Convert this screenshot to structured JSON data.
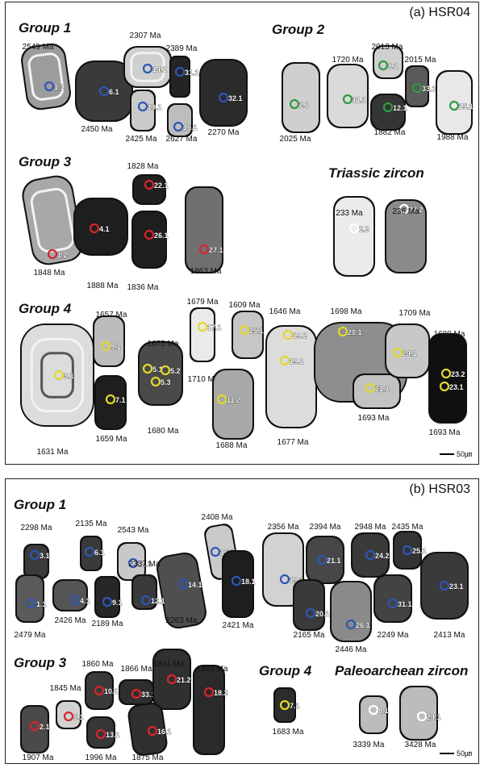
{
  "panels": [
    {
      "title": "(a) HSR04",
      "scale": "50㎛",
      "groups": [
        {
          "label": "Group 1",
          "ring": "#2f56b5"
        },
        {
          "label": "Group 2",
          "ring": "#2e9a45"
        },
        {
          "label": "Group 3",
          "ring": "#d7262c"
        },
        {
          "label": "Triassic zircon",
          "ring": "#ffffff"
        },
        {
          "label": "Group 4",
          "ring": "#e1d82d"
        }
      ],
      "grains": [
        {
          "spots": [
            "1.1"
          ],
          "age": "2549 Ma",
          "g": 0
        },
        {
          "spots": [
            "6.1"
          ],
          "age": "2450 Ma",
          "g": 0
        },
        {
          "spots": [
            "14.1"
          ],
          "age": "2307 Ma",
          "g": 0
        },
        {
          "spots": [
            "10.1"
          ],
          "age": "2425 Ma",
          "g": 0
        },
        {
          "spots": [
            "31.1"
          ],
          "age": "2389 Ma",
          "g": 0
        },
        {
          "spots": [
            "16.1"
          ],
          "age": "2627 Ma",
          "g": 0
        },
        {
          "spots": [
            "32.1"
          ],
          "age": "2270 Ma",
          "g": 0
        },
        {
          "spots": [
            "2.1"
          ],
          "age": "2025 Ma",
          "g": 1
        },
        {
          "spots": [
            "11.1"
          ],
          "age": "1720 Ma",
          "g": 1
        },
        {
          "spots": [
            "8.1"
          ],
          "age": "2013 Ma",
          "g": 1
        },
        {
          "spots": [
            "12.1"
          ],
          "age": "1882 Ma",
          "g": 1
        },
        {
          "spots": [
            "33.1"
          ],
          "age": "2015 Ma",
          "g": 1
        },
        {
          "spots": [
            "15.1"
          ],
          "age": "1988 Ma",
          "g": 1
        },
        {
          "spots": [
            "1.2"
          ],
          "age": "1848 Ma",
          "g": 2
        },
        {
          "spots": [
            "4.1"
          ],
          "age": "1888 Ma",
          "g": 2
        },
        {
          "spots": [
            "22.1"
          ],
          "age": "1828 Ma",
          "g": 2
        },
        {
          "spots": [
            "26.1"
          ],
          "age": "1836 Ma",
          "g": 2
        },
        {
          "spots": [
            "27.1"
          ],
          "age": "1863 Ma",
          "g": 2
        },
        {
          "spots": [
            "2.2"
          ],
          "age": "233 Ma",
          "g": 3
        },
        {
          "spots": [
            "27.2"
          ],
          "age": "236 Ma",
          "g": 3
        },
        {
          "spots": [
            "3.1"
          ],
          "age": "1631 Ma",
          "g": 4
        },
        {
          "spots": [
            "9.1"
          ],
          "age": "1657 Ma",
          "g": 4
        },
        {
          "spots": [
            "7.1"
          ],
          "age": "1659 Ma",
          "g": 4
        },
        {
          "spots": [
            "5.1",
            "5.2",
            "5.3"
          ],
          "age": "1675 Ma",
          "ages": [
            "1710 Ma",
            "1680 Ma"
          ],
          "g": 4
        },
        {
          "spots": [
            "17.1"
          ],
          "age": "1679 Ma",
          "g": 4
        },
        {
          "spots": [
            "25.1"
          ],
          "age": "1609 Ma",
          "g": 4
        },
        {
          "spots": [
            "11.2"
          ],
          "age": "1688 Ma",
          "g": 4
        },
        {
          "spots": [
            "19.2",
            "19.1"
          ],
          "age": "1646 Ma",
          "ages": [
            "1677 Ma"
          ],
          "g": 4
        },
        {
          "spots": [
            "20.1"
          ],
          "age": "1698 Ma",
          "g": 4
        },
        {
          "spots": [
            "21.1"
          ],
          "age": "1693 Ma",
          "g": 4
        },
        {
          "spots": [
            "24.1"
          ],
          "age": "1709 Ma",
          "g": 4
        },
        {
          "spots": [
            "23.2",
            "23.1"
          ],
          "age": "1680 Ma",
          "ages": [
            "1693 Ma"
          ],
          "g": 4
        }
      ]
    },
    {
      "title": "(b) HSR03",
      "scale": "50㎛",
      "groups": [
        {
          "label": "Group 1",
          "ring": "#2f56b5"
        },
        {
          "label": "Group 3",
          "ring": "#d7262c"
        },
        {
          "label": "Group 4",
          "ring": "#e1d82d"
        },
        {
          "label": "Paleoarchean zircon",
          "ring": "#ffffff"
        }
      ],
      "grains": [
        {
          "spots": [
            "3.1"
          ],
          "age": "2298 Ma",
          "g": 0
        },
        {
          "spots": [
            "6.1"
          ],
          "age": "2135 Ma",
          "g": 0
        },
        {
          "spots": [
            "11.1"
          ],
          "age": "2543 Ma",
          "g": 0
        },
        {
          "spots": [
            "15.1"
          ],
          "age": "2408 Ma",
          "g": 0
        },
        {
          "spots": [
            "14.1"
          ],
          "age": "2263 Ma",
          "g": 0
        },
        {
          "spots": [
            "18.1"
          ],
          "age": "2421 Ma",
          "g": 0
        },
        {
          "spots": [
            "19.1"
          ],
          "age": "2356 Ma",
          "g": 0
        },
        {
          "spots": [
            "21.1"
          ],
          "age": "2394 Ma",
          "g": 0
        },
        {
          "spots": [
            "24.2"
          ],
          "age": "2948 Ma",
          "g": 0
        },
        {
          "spots": [
            "25.1"
          ],
          "age": "2435 Ma",
          "g": 0
        },
        {
          "spots": [
            "1.1"
          ],
          "age": "2479 Ma",
          "g": 0
        },
        {
          "spots": [
            "4.1"
          ],
          "age": "2426 Ma",
          "g": 0
        },
        {
          "spots": [
            "9.1"
          ],
          "age": "2189 Ma",
          "g": 0
        },
        {
          "spots": [
            "12.1"
          ],
          "age": "2337 Ma",
          "g": 0
        },
        {
          "spots": [
            "20.1"
          ],
          "age": "2165 Ma",
          "g": 0
        },
        {
          "spots": [
            "26.1"
          ],
          "age": "2446 Ma",
          "g": 0
        },
        {
          "spots": [
            "31.1"
          ],
          "age": "2249 Ma",
          "g": 0
        },
        {
          "spots": [
            "23.1"
          ],
          "age": "2413 Ma",
          "g": 0
        },
        {
          "spots": [
            "2.1"
          ],
          "age": "1907 Ma",
          "g": 1
        },
        {
          "spots": [
            "5.1"
          ],
          "age": "1845 Ma",
          "g": 1
        },
        {
          "spots": [
            "10.1"
          ],
          "age": "1860 Ma",
          "g": 1
        },
        {
          "spots": [
            "13.1"
          ],
          "age": "1996 Ma",
          "g": 1
        },
        {
          "spots": [
            "33.1"
          ],
          "age": "1866 Ma",
          "g": 1
        },
        {
          "spots": [
            "21.2"
          ],
          "age": "1841 Ma",
          "g": 1
        },
        {
          "spots": [
            "16.1"
          ],
          "age": "1875 Ma",
          "g": 1
        },
        {
          "spots": [
            "18.2"
          ],
          "age": "1899 Ma",
          "g": 1
        },
        {
          "spots": [
            "7.1"
          ],
          "age": "1683 Ma",
          "g": 2
        },
        {
          "spots": [
            "8.1"
          ],
          "age": "3339 Ma",
          "g": 3
        },
        {
          "spots": [
            "24.1"
          ],
          "age": "3428 Ma",
          "g": 3
        }
      ]
    }
  ]
}
